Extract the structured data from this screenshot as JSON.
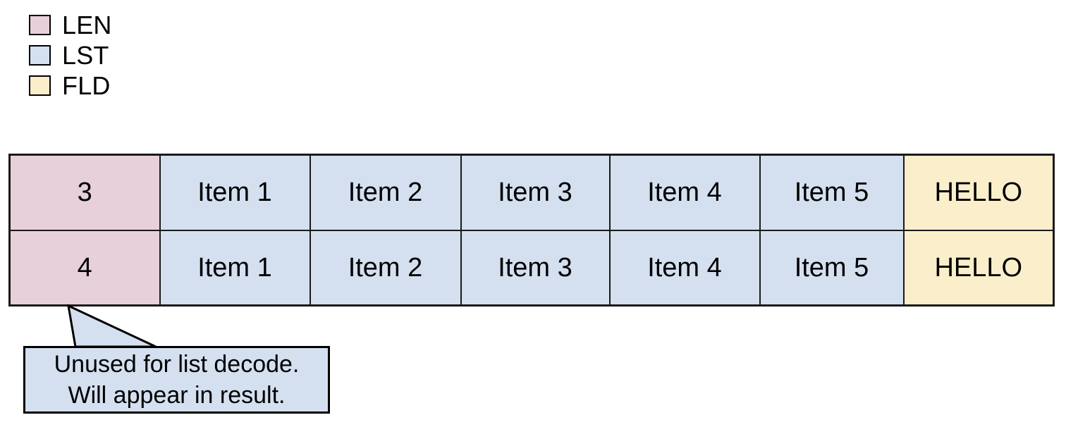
{
  "legend": {
    "items": [
      {
        "label": "LEN",
        "color": "#e8d0da",
        "swatch_name": "len-swatch"
      },
      {
        "label": "LST",
        "color": "#d4e0f0",
        "swatch_name": "lst-swatch"
      },
      {
        "label": "FLD",
        "color": "#fbeecb",
        "swatch_name": "fld-swatch"
      }
    ]
  },
  "table": {
    "columns": [
      {
        "kind": "LEN",
        "color": "#e8d0da"
      },
      {
        "kind": "LST",
        "color": "#d4e0f0"
      },
      {
        "kind": "LST",
        "color": "#d4e0f0"
      },
      {
        "kind": "LST",
        "color": "#d4e0f0"
      },
      {
        "kind": "LST",
        "color": "#d4e0f0"
      },
      {
        "kind": "LST",
        "color": "#d4e0f0"
      },
      {
        "kind": "FLD",
        "color": "#fbeecb"
      }
    ],
    "rows": [
      {
        "cells": [
          {
            "text": "3",
            "kind": "LEN"
          },
          {
            "text": "Item 1",
            "kind": "LST"
          },
          {
            "text": "Item 2",
            "kind": "LST"
          },
          {
            "text": "Item 3",
            "kind": "LST"
          },
          {
            "text": "Item 4",
            "kind": "LST"
          },
          {
            "text": "Item 5",
            "kind": "LST"
          },
          {
            "text": "HELLO",
            "kind": "FLD"
          }
        ]
      },
      {
        "cells": [
          {
            "text": "4",
            "kind": "LEN"
          },
          {
            "text": "Item 1",
            "kind": "LST"
          },
          {
            "text": "Item 2",
            "kind": "LST"
          },
          {
            "text": "Item 3",
            "kind": "LST"
          },
          {
            "text": "Item 4",
            "kind": "LST"
          },
          {
            "text": "Item 5",
            "kind": "LST"
          },
          {
            "text": "HELLO",
            "kind": "FLD"
          }
        ]
      }
    ]
  },
  "callout": {
    "line1": "Unused for list decode.",
    "line2": "Will appear in result.",
    "fill_color": "#d4e0f0",
    "border_color": "#000000"
  }
}
